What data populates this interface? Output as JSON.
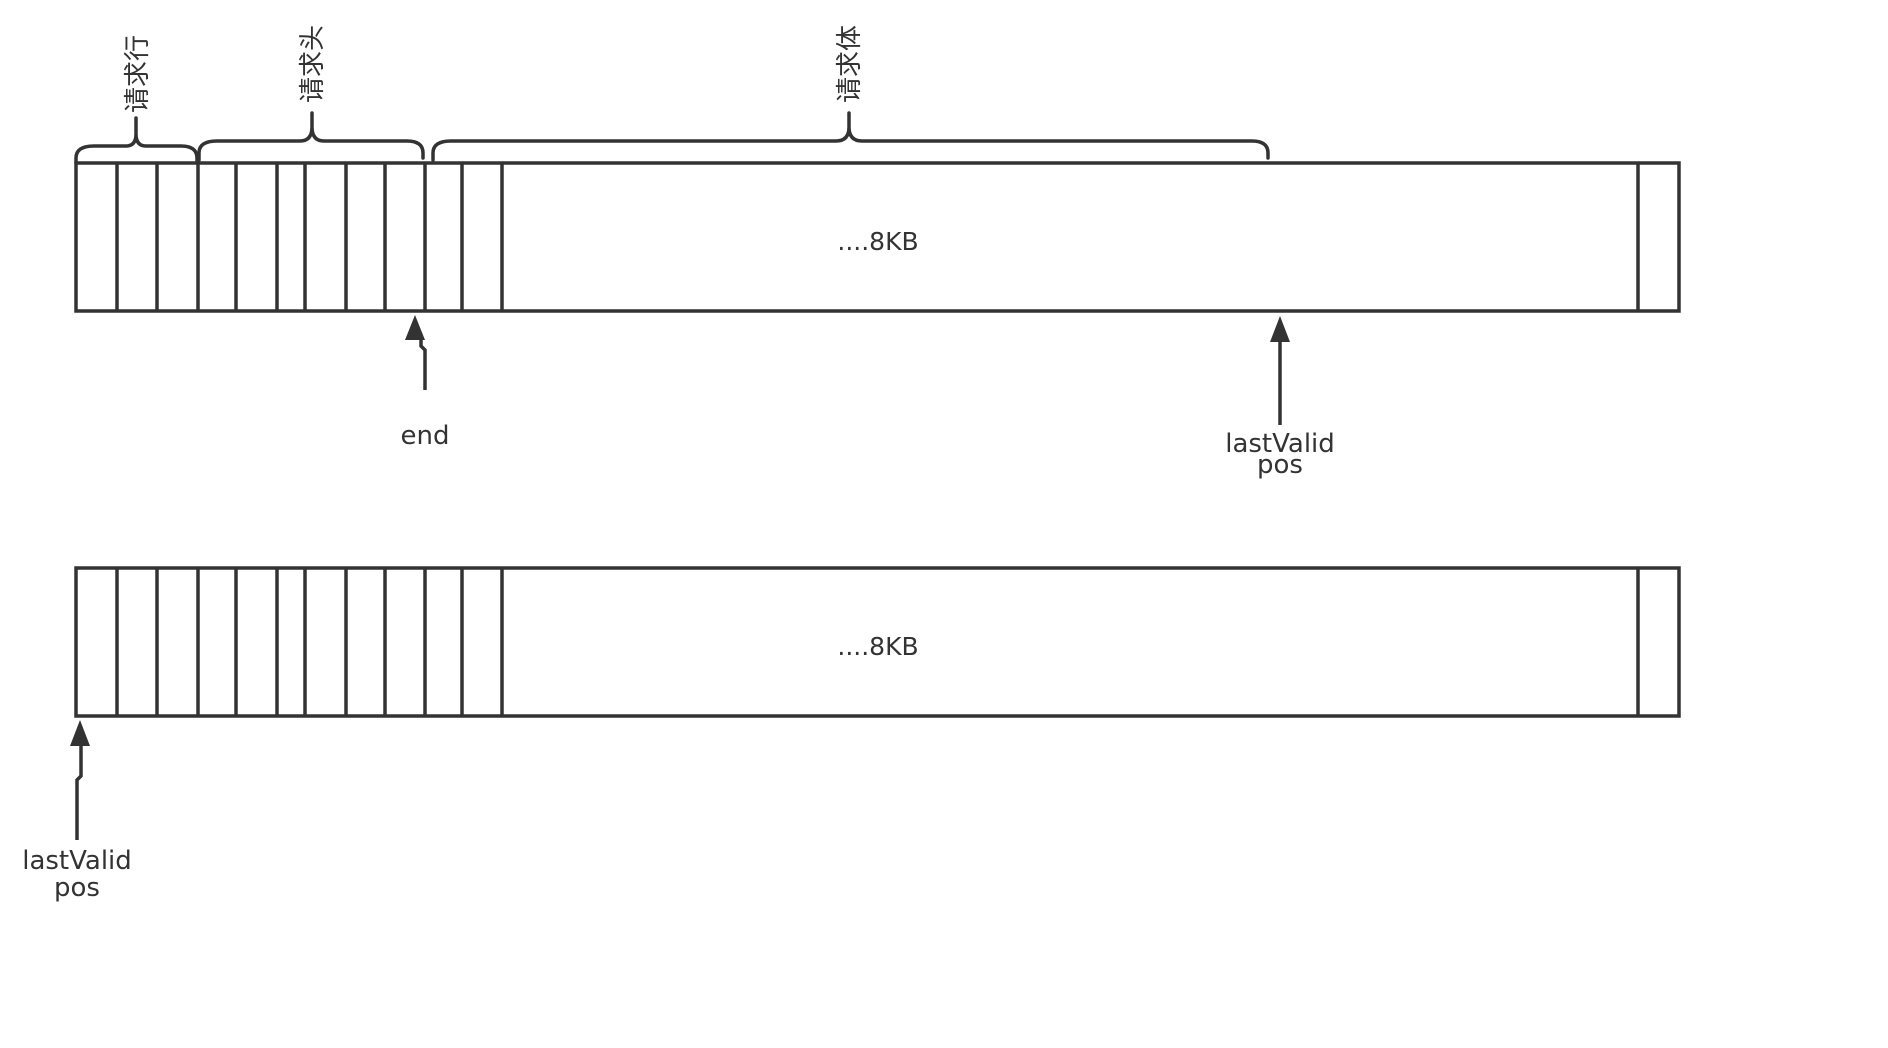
{
  "buffers": [
    {
      "fill_label": "....8KB"
    },
    {
      "fill_label": "....8KB"
    }
  ],
  "braces": [
    {
      "label": "请求行"
    },
    {
      "label": "请求头"
    },
    {
      "label": "请求体"
    }
  ],
  "pointers": {
    "end": {
      "label": "end"
    },
    "last_valid_top": {
      "line1": "lastValid",
      "line2": "pos"
    },
    "last_valid_bottom": {
      "line1": "lastValid",
      "line2": "pos"
    }
  },
  "colors": {
    "stroke": "#333333",
    "background": "#ffffff"
  }
}
